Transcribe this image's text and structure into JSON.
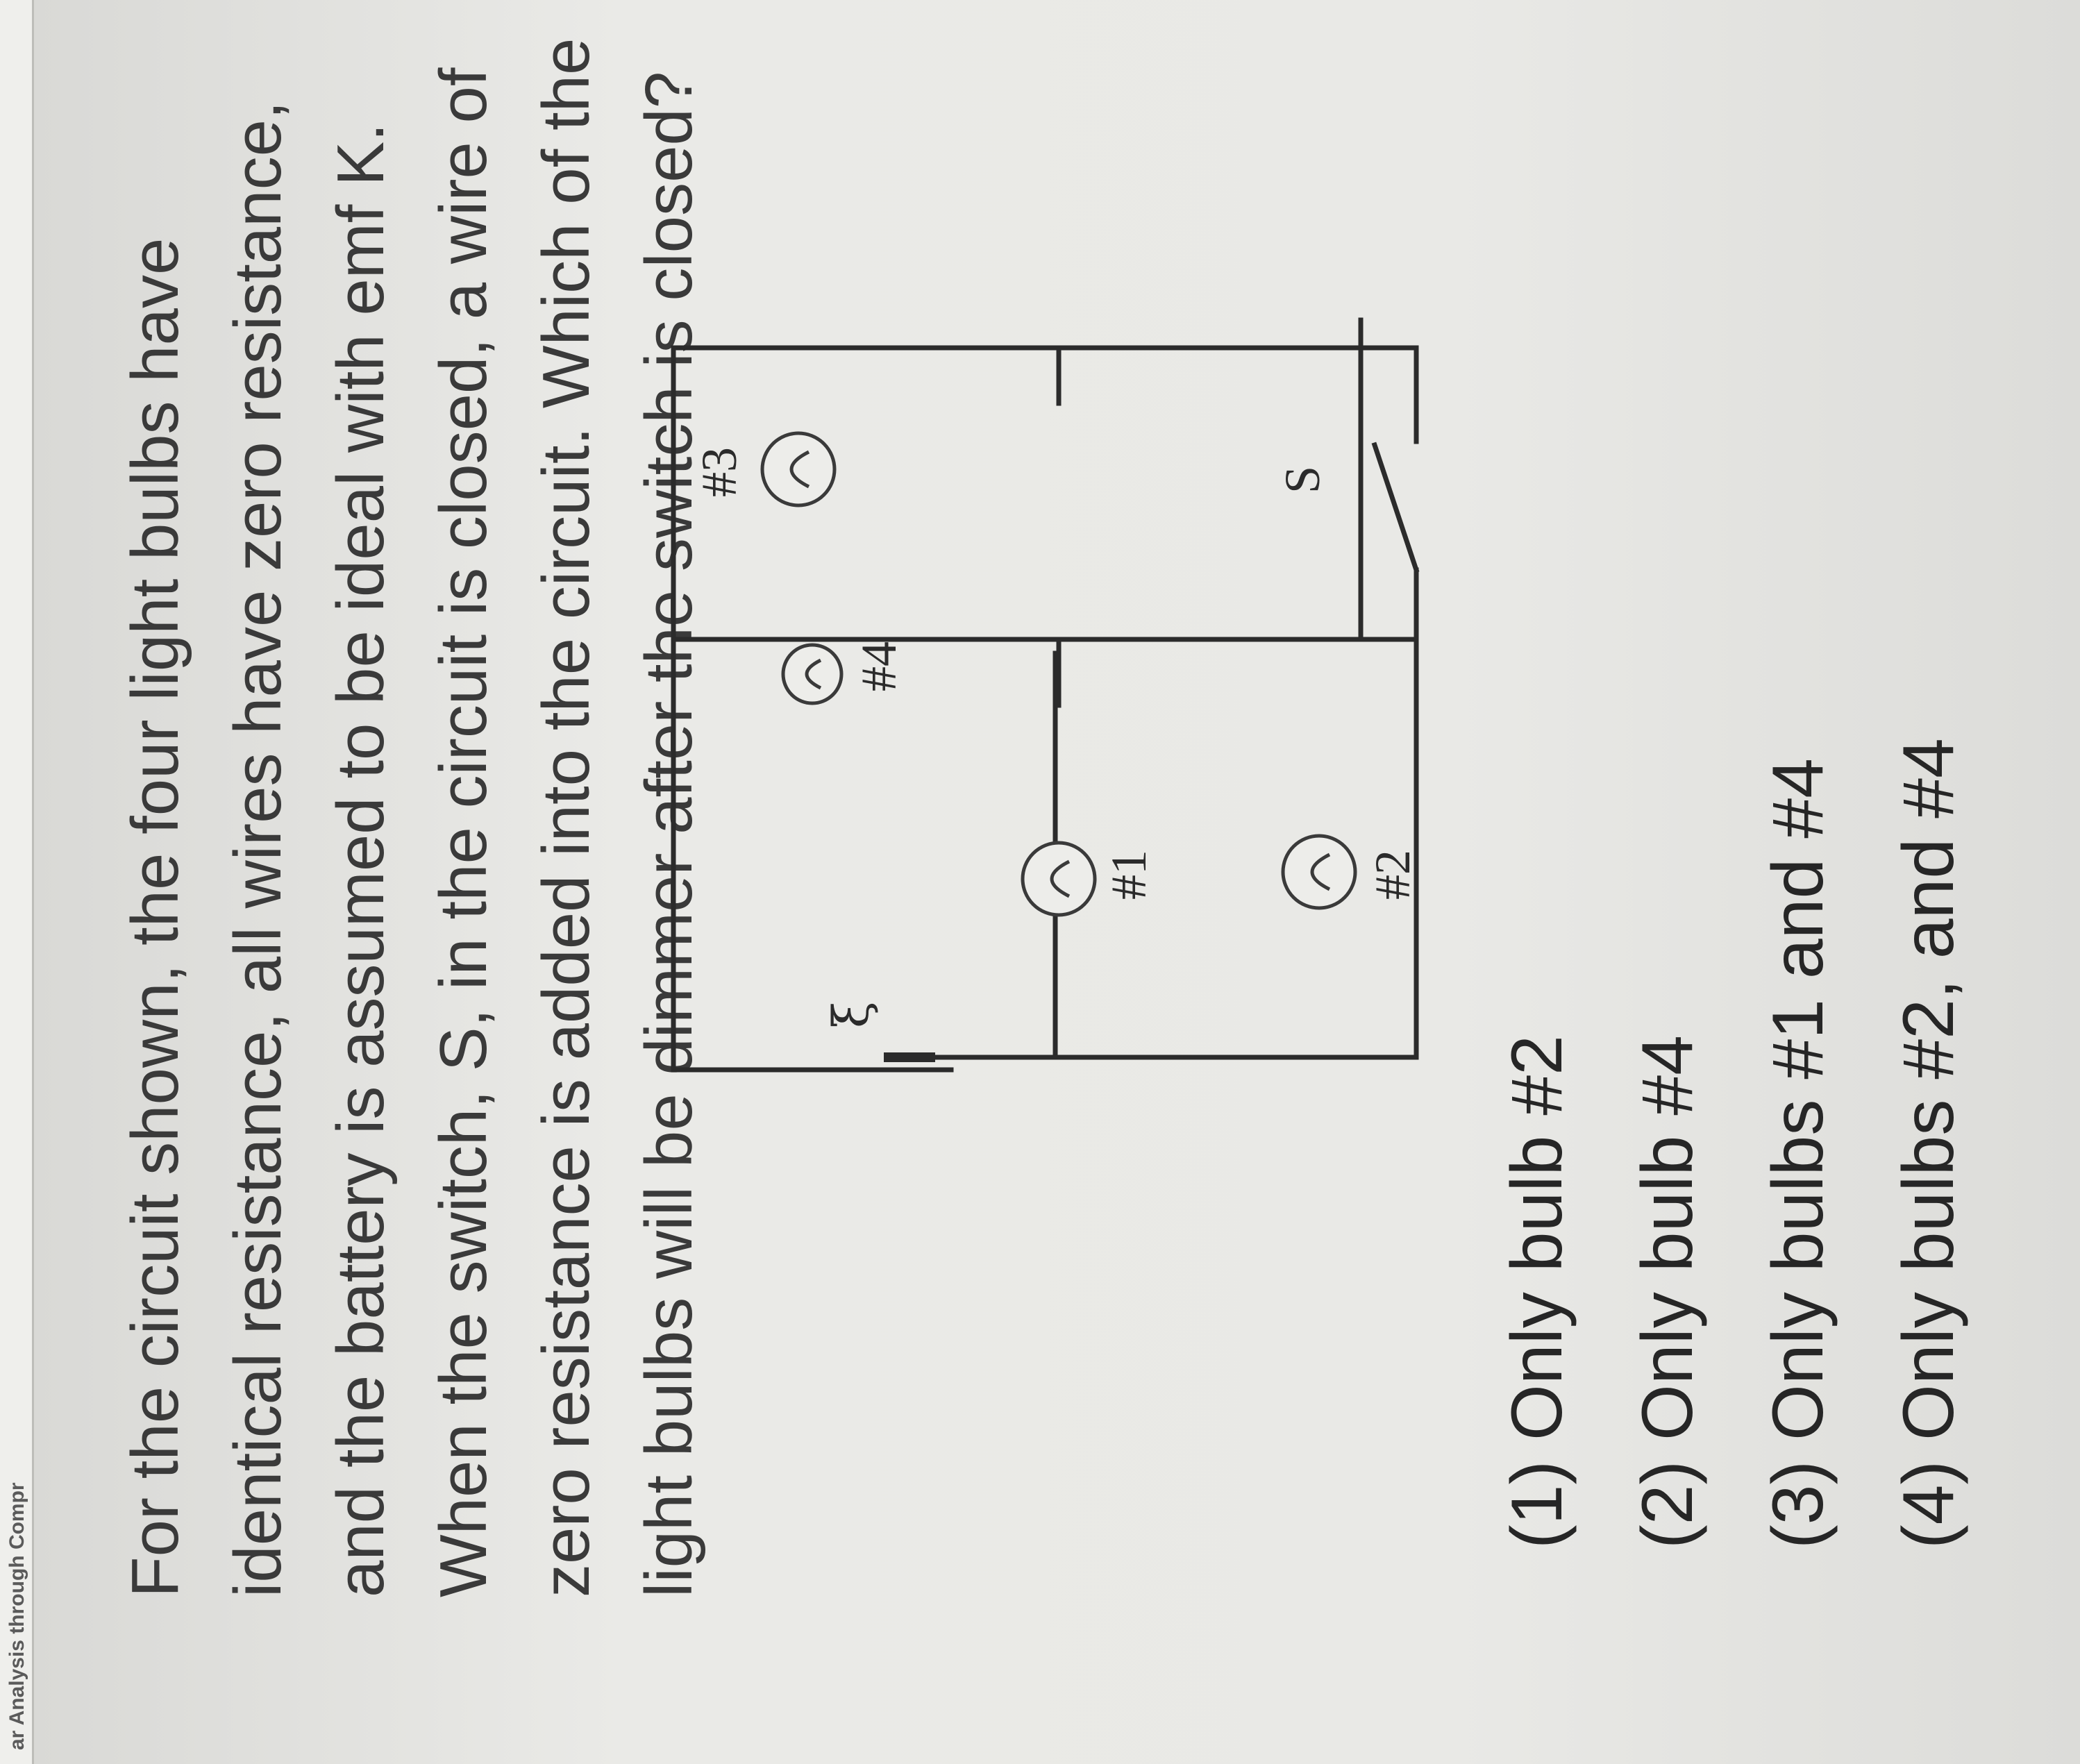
{
  "header": {
    "section_text": "ar Analysis through Compr"
  },
  "question": {
    "lines": [
      "For the circuit shown, the four light bulbs have",
      "identical resistance, all wires have zero resistance,",
      "and the battery is assumed to be ideal with emf K.",
      "When the switch, S, in the circuit is closed, a wire of",
      "zero resistance is added into the circuit. Which of the",
      "light bulbs will be dimmer after the switch is closed?"
    ]
  },
  "circuit": {
    "emf_label": "ξ",
    "bulb_labels": [
      "#1",
      "#2",
      "#3",
      "#4"
    ],
    "switch_label": "S"
  },
  "choices": [
    "(1) Only bulb #2",
    "(2) Only bulb #4",
    "(3) Only bulbs #1 and #4",
    "(4) Only bulbs #2, and #4"
  ]
}
